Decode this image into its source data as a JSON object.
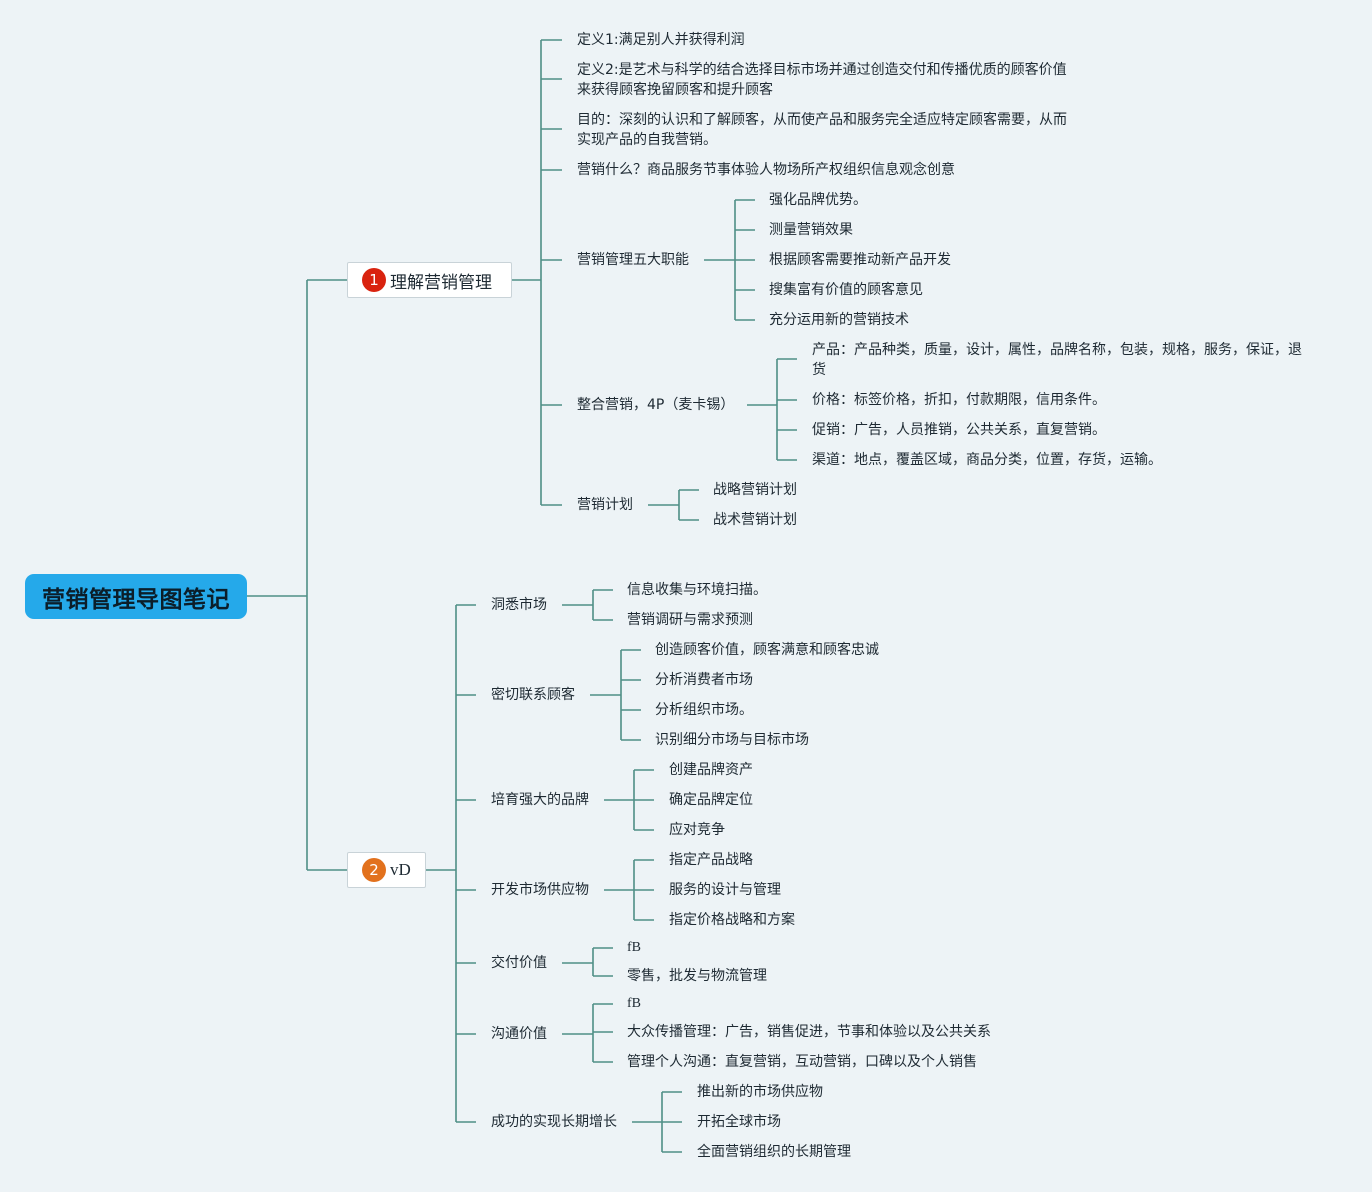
{
  "root": {
    "title": "营销管理导图笔记"
  },
  "branches": {
    "b1": {
      "badge": "1",
      "title": "理解营销管理",
      "items": {
        "def1": "定义1:满足别人并获得利润",
        "def2_l1": "定义2:是艺术与科学的结合选择目标市场并通过创造交付和传播优质的顾客价值",
        "def2_l2": "来获得顾客挽留顾客和提升顾客",
        "purpose_l1": "目的：深刻的认识和了解顾客，从而使产品和服务完全适应特定顾客需要，从而",
        "purpose_l2": "实现产品的自我营销。",
        "what": "营销什么？商品服务节事体验人物场所产权组织信息观念创意",
        "five": {
          "label": "营销管理五大职能",
          "children": [
            "强化品牌优势。",
            "测量营销效果",
            "根据顾客需要推动新产品开发",
            "搜集富有价值的顾客意见",
            "充分运用新的营销技术"
          ]
        },
        "fourp": {
          "label": "整合营销，4P（麦卡锡）",
          "product_l1": "产品：产品种类，质量，设计，属性，品牌名称，包装，规格，服务，保证，退",
          "product_l2": "货",
          "price": "价格：标签价格，折扣，付款期限，信用条件。",
          "promo": "促销：广告，人员推销，公共关系，直复营销。",
          "channel": "渠道：地点，覆盖区域，商品分类，位置，存货，运输。"
        },
        "plan": {
          "label": "营销计划",
          "children": [
            "战略营销计划",
            "战术营销计划"
          ]
        }
      }
    },
    "b2": {
      "badge": "2",
      "title": "vD",
      "groups": [
        {
          "label": "洞悉市场",
          "children": [
            "信息收集与环境扫描。",
            "营销调研与需求预测"
          ]
        },
        {
          "label": "密切联系顾客",
          "children": [
            "创造顾客价值，顾客满意和顾客忠诚",
            "分析消费者市场",
            "分析组织市场。",
            "识别细分市场与目标市场"
          ]
        },
        {
          "label": "培育强大的品牌",
          "children": [
            "创建品牌资产",
            "确定品牌定位",
            "应对竞争"
          ]
        },
        {
          "label": "开发市场供应物",
          "children": [
            "指定产品战略",
            "服务的设计与管理",
            "指定价格战略和方案"
          ]
        },
        {
          "label": "交付价值",
          "children": [
            "fB",
            "零售，批发与物流管理"
          ]
        },
        {
          "label": "沟通价值",
          "children": [
            "fB",
            "大众传播管理：广告，销售促进，节事和体验以及公共关系",
            "管理个人沟通：直复营销，互动营销，口碑以及个人销售"
          ]
        },
        {
          "label": "成功的实现长期增长",
          "children": [
            "推出新的市场供应物",
            "开拓全球市场",
            "全面营销组织的长期管理"
          ]
        }
      ]
    }
  },
  "colors": {
    "line": "#4f8f86",
    "root": "#25a9ea",
    "badge1": "#d9230f",
    "badge2": "#e2711d",
    "background": "#edf3f6"
  }
}
